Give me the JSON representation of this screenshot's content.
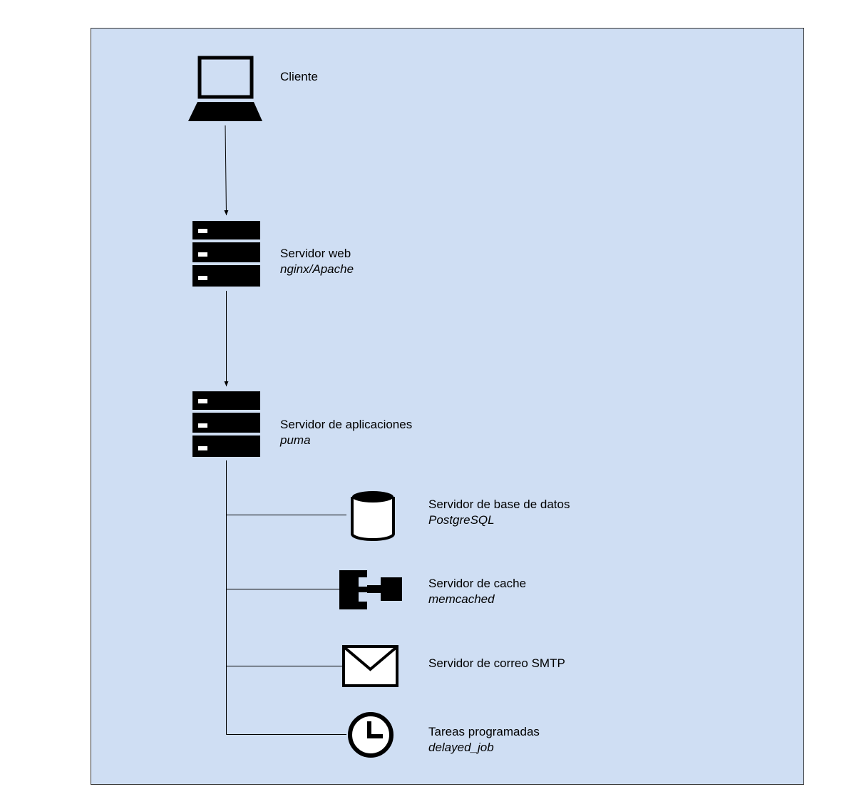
{
  "colors": {
    "panel_bg": "#cfdef3",
    "panel_border": "#333333",
    "ink": "#000000"
  },
  "nodes": {
    "client": {
      "icon": "laptop-icon",
      "title": "Cliente"
    },
    "web": {
      "icon": "server-icon",
      "title": "Servidor web",
      "subtitle": "nginx/Apache"
    },
    "app": {
      "icon": "server-icon",
      "title": "Servidor de aplicaciones",
      "subtitle": "puma"
    },
    "db": {
      "icon": "database-icon",
      "title": "Servidor de base de datos",
      "subtitle": "PostgreSQL"
    },
    "cache": {
      "icon": "cache-component-icon",
      "title": "Servidor de cache",
      "subtitle": "memcached"
    },
    "mail": {
      "icon": "envelope-icon",
      "title": "Servidor de correo SMTP"
    },
    "jobs": {
      "icon": "clock-icon",
      "title": "Tareas programadas",
      "subtitle": "delayed_job"
    }
  },
  "edges": [
    {
      "from": "client",
      "to": "web",
      "arrow": true
    },
    {
      "from": "web",
      "to": "app",
      "arrow": true
    },
    {
      "from": "app",
      "to": "db",
      "arrow": false
    },
    {
      "from": "app",
      "to": "cache",
      "arrow": false
    },
    {
      "from": "app",
      "to": "mail",
      "arrow": false
    },
    {
      "from": "app",
      "to": "jobs",
      "arrow": false
    }
  ]
}
